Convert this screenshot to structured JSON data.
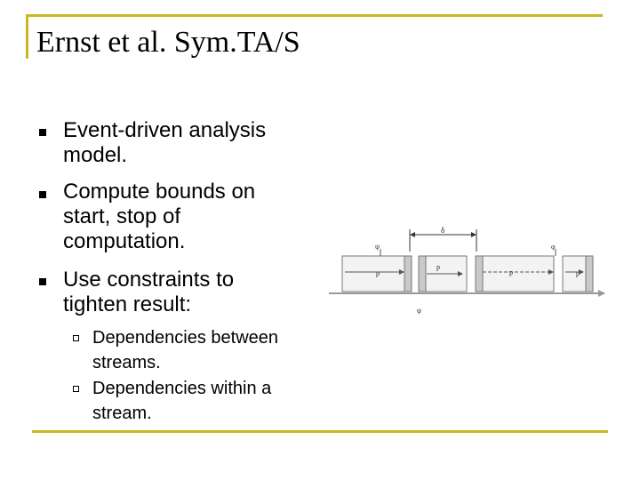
{
  "slide": {
    "title": "Ernst et al. Sym.TA/S",
    "bullets": [
      "Event-driven analysis model.",
      "Compute bounds on start, stop of computation.",
      "Use constraints to tighten result:"
    ],
    "sub_bullets": [
      "Dependencies between streams.",
      "Dependencies within a stream."
    ],
    "accent_color": "#c8b826"
  },
  "diagram": {
    "labels": {
      "delta": "δ",
      "left_top": "ψ",
      "right_top": "φ",
      "bottom": "ψ",
      "p1": "p",
      "p2": "p",
      "p3": "p",
      "p4": "p"
    }
  }
}
